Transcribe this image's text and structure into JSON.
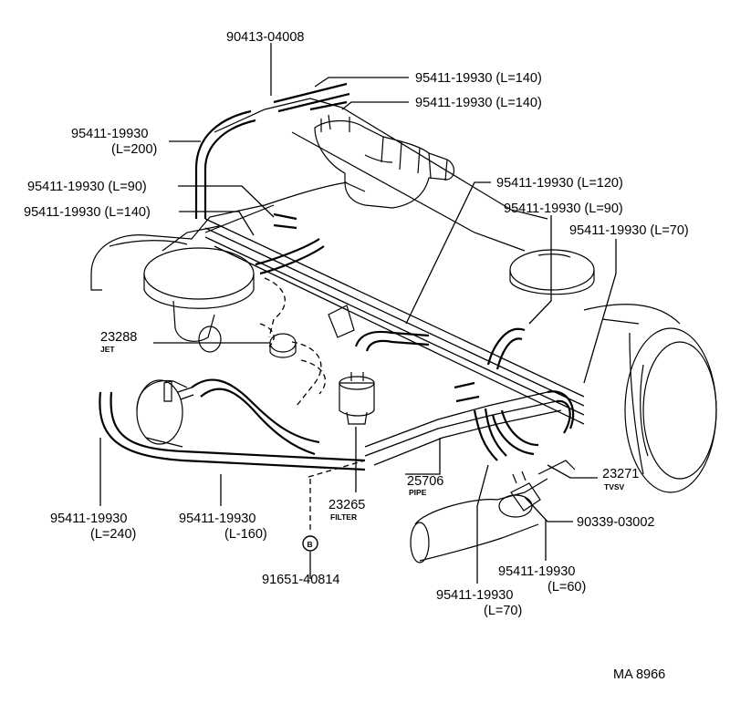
{
  "callouts": {
    "c01": {
      "text": "90413-04008"
    },
    "c02": {
      "text": "95411-19930 (L=140)"
    },
    "c03": {
      "text": "95411-19930 (L=140)"
    },
    "c04": {
      "line1": "95411-19930",
      "line2": "(L=200)"
    },
    "c05": {
      "text": "95411-19930 (L=90)"
    },
    "c06": {
      "text": "95411-19930 (L=140)"
    },
    "c07": {
      "text": "95411-19930 (L=120)"
    },
    "c08": {
      "text": "95411-19930 (L=90)"
    },
    "c09": {
      "text": "95411-19930 (L=70)"
    },
    "c10": {
      "part": "23288",
      "desc": "JET"
    },
    "c11": {
      "part": "25706",
      "desc": "PIPE"
    },
    "c12": {
      "part": "23271",
      "desc": "TVSV"
    },
    "c13": {
      "text": "90339-03002"
    },
    "c14": {
      "part": "23265",
      "desc": "FILTER"
    },
    "c15": {
      "line1": "95411-19930",
      "line2": "(L=240)"
    },
    "c16": {
      "line1": "95411-19930",
      "line2": "(L-160)"
    },
    "c17": {
      "line1": "95411-19930",
      "line2": "(L=60)"
    },
    "c18": {
      "line1": "95411-19930",
      "line2": "(L=70)"
    },
    "c19": {
      "text": "91651-40814",
      "marker": "B"
    }
  },
  "drawing_id": "MA 8966"
}
